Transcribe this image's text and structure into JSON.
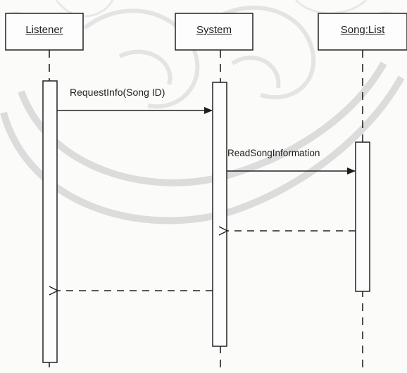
{
  "diagram": {
    "type": "sequence",
    "lifelines": [
      {
        "id": "listener",
        "label": "Listener"
      },
      {
        "id": "system",
        "label": "System"
      },
      {
        "id": "songlist",
        "label": "Song:List"
      }
    ],
    "messages": [
      {
        "id": "m1",
        "from": "listener",
        "to": "system",
        "label": "RequestInfo(Song ID)",
        "kind": "call"
      },
      {
        "id": "m2",
        "from": "system",
        "to": "songlist",
        "label": "ReadSongInformation",
        "kind": "call"
      },
      {
        "id": "m3",
        "from": "songlist",
        "to": "system",
        "label": "",
        "kind": "return"
      },
      {
        "id": "m4",
        "from": "system",
        "to": "listener",
        "label": "",
        "kind": "return"
      }
    ]
  },
  "watermark": {
    "description": "university seal",
    "color": "#d7d7d7"
  }
}
